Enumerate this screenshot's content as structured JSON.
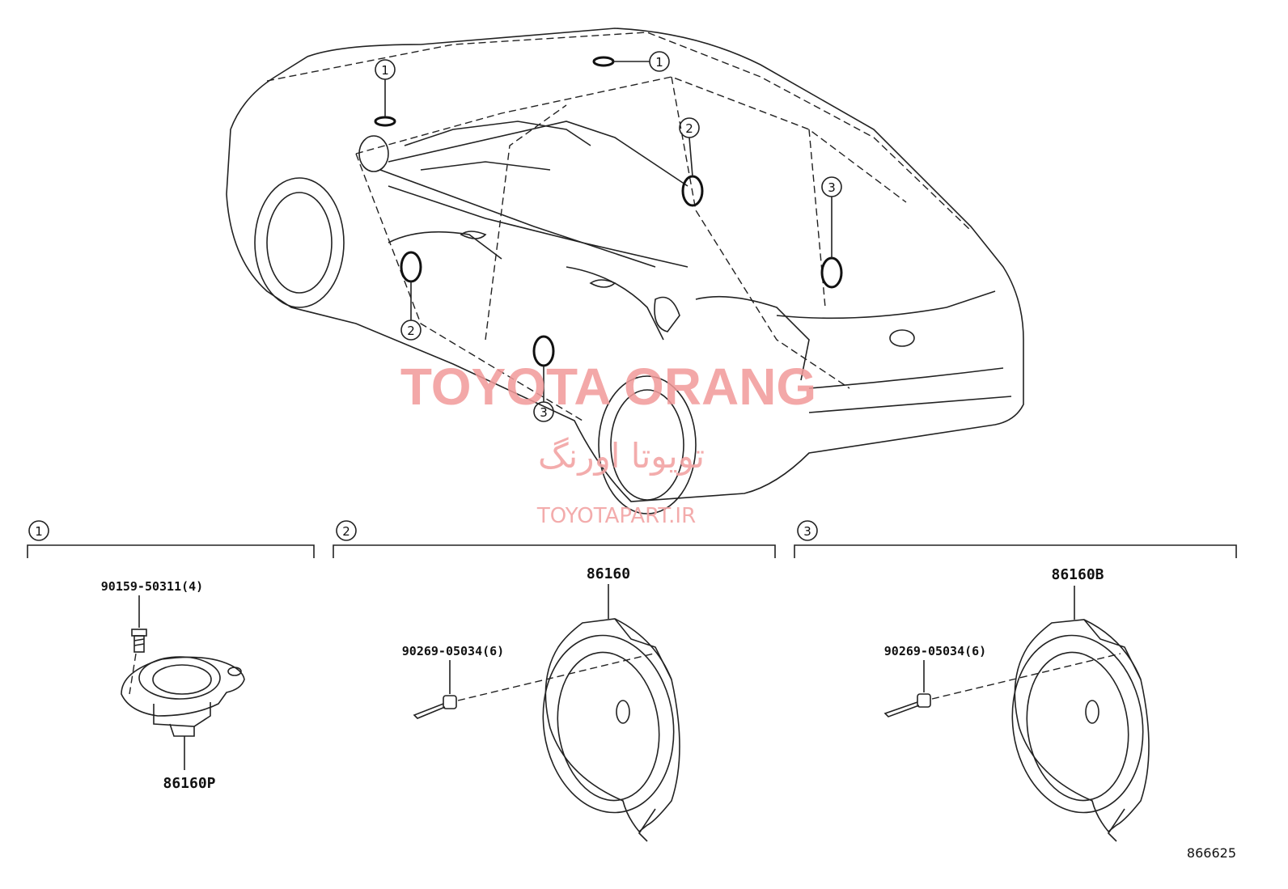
{
  "watermark": {
    "brand": "TOYOTA ORANG",
    "brand_fa": "تویوتا اورنگ",
    "site": "TOYOTAPART.IR"
  },
  "callouts": {
    "one": "1",
    "two": "2",
    "three": "3"
  },
  "groups": [
    {
      "index": "1",
      "part_screw": "90159-50311(4)",
      "part_main": "86160P"
    },
    {
      "index": "2",
      "part_rivet": "90269-05034(6)",
      "part_main": "86160"
    },
    {
      "index": "3",
      "part_rivet": "90269-05034(6)",
      "part_main": "86160B"
    }
  ],
  "diagram_id": "866625"
}
